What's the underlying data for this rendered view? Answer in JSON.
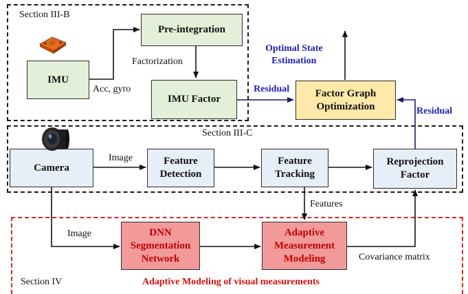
{
  "sections": {
    "iii_b": "Section III-B",
    "iii_c": "Section III-C",
    "iv": "Section IV"
  },
  "boxes": {
    "pre_integration": "Pre-integration",
    "imu": "IMU",
    "imu_factor": "IMU Factor",
    "factor_graph": "Factor Graph\nOptimization",
    "camera": "Camera",
    "feature_detection": "Feature\nDetection",
    "feature_tracking": "Feature\nTracking",
    "reprojection_factor": "Reprojection\nFactor",
    "dnn_segmentation": "DNN\nSegmentation\nNetwork",
    "adaptive_measurement": "Adaptive\nMeasurement\nModeling"
  },
  "labels": {
    "factorization": "Factorization",
    "acc_gyro": "Acc, gyro",
    "residual_left": "Residual",
    "residual_right": "Residual",
    "optimal_state": "Optimal State\nEstimation",
    "image_top": "Image",
    "image_bottom": "Image",
    "features": "Features",
    "covariance": "Covariance matrix",
    "adaptive_title": "Adaptive Modeling of visual measurements"
  },
  "icons": {
    "imu_device": "imu-sensor-icon",
    "camera_lens": "camera-lens-icon"
  },
  "colors": {
    "green_box": "#e3efd8",
    "blue_box": "#e6eef7",
    "yellow_box": "#ffe9a8",
    "pink_box": "#f29a9a",
    "blue_text": "#1f1fb0",
    "red_text": "#d01010",
    "red_border": "#e02424"
  }
}
